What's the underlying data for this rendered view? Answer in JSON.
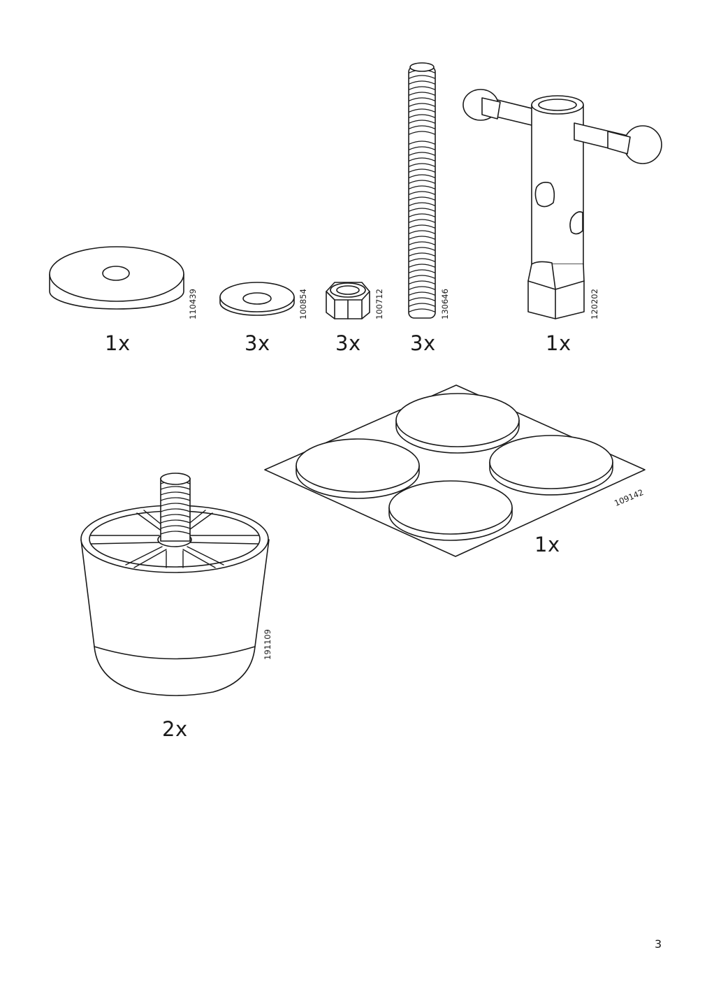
{
  "page_number": "3",
  "parts": [
    {
      "name": "round-base-disc",
      "article": "110439",
      "quantity": "1x"
    },
    {
      "name": "washer",
      "article": "100854",
      "quantity": "3x"
    },
    {
      "name": "hex-nut",
      "article": "100712",
      "quantity": "3x"
    },
    {
      "name": "threaded-rod",
      "article": "130646",
      "quantity": "3x"
    },
    {
      "name": "t-handle-socket-wrench",
      "article": "120202",
      "quantity": "1x"
    },
    {
      "name": "felt-pad-sheet",
      "article": "109142",
      "quantity": "1x"
    },
    {
      "name": "furniture-leg",
      "article": "191109",
      "quantity": "2x"
    }
  ]
}
